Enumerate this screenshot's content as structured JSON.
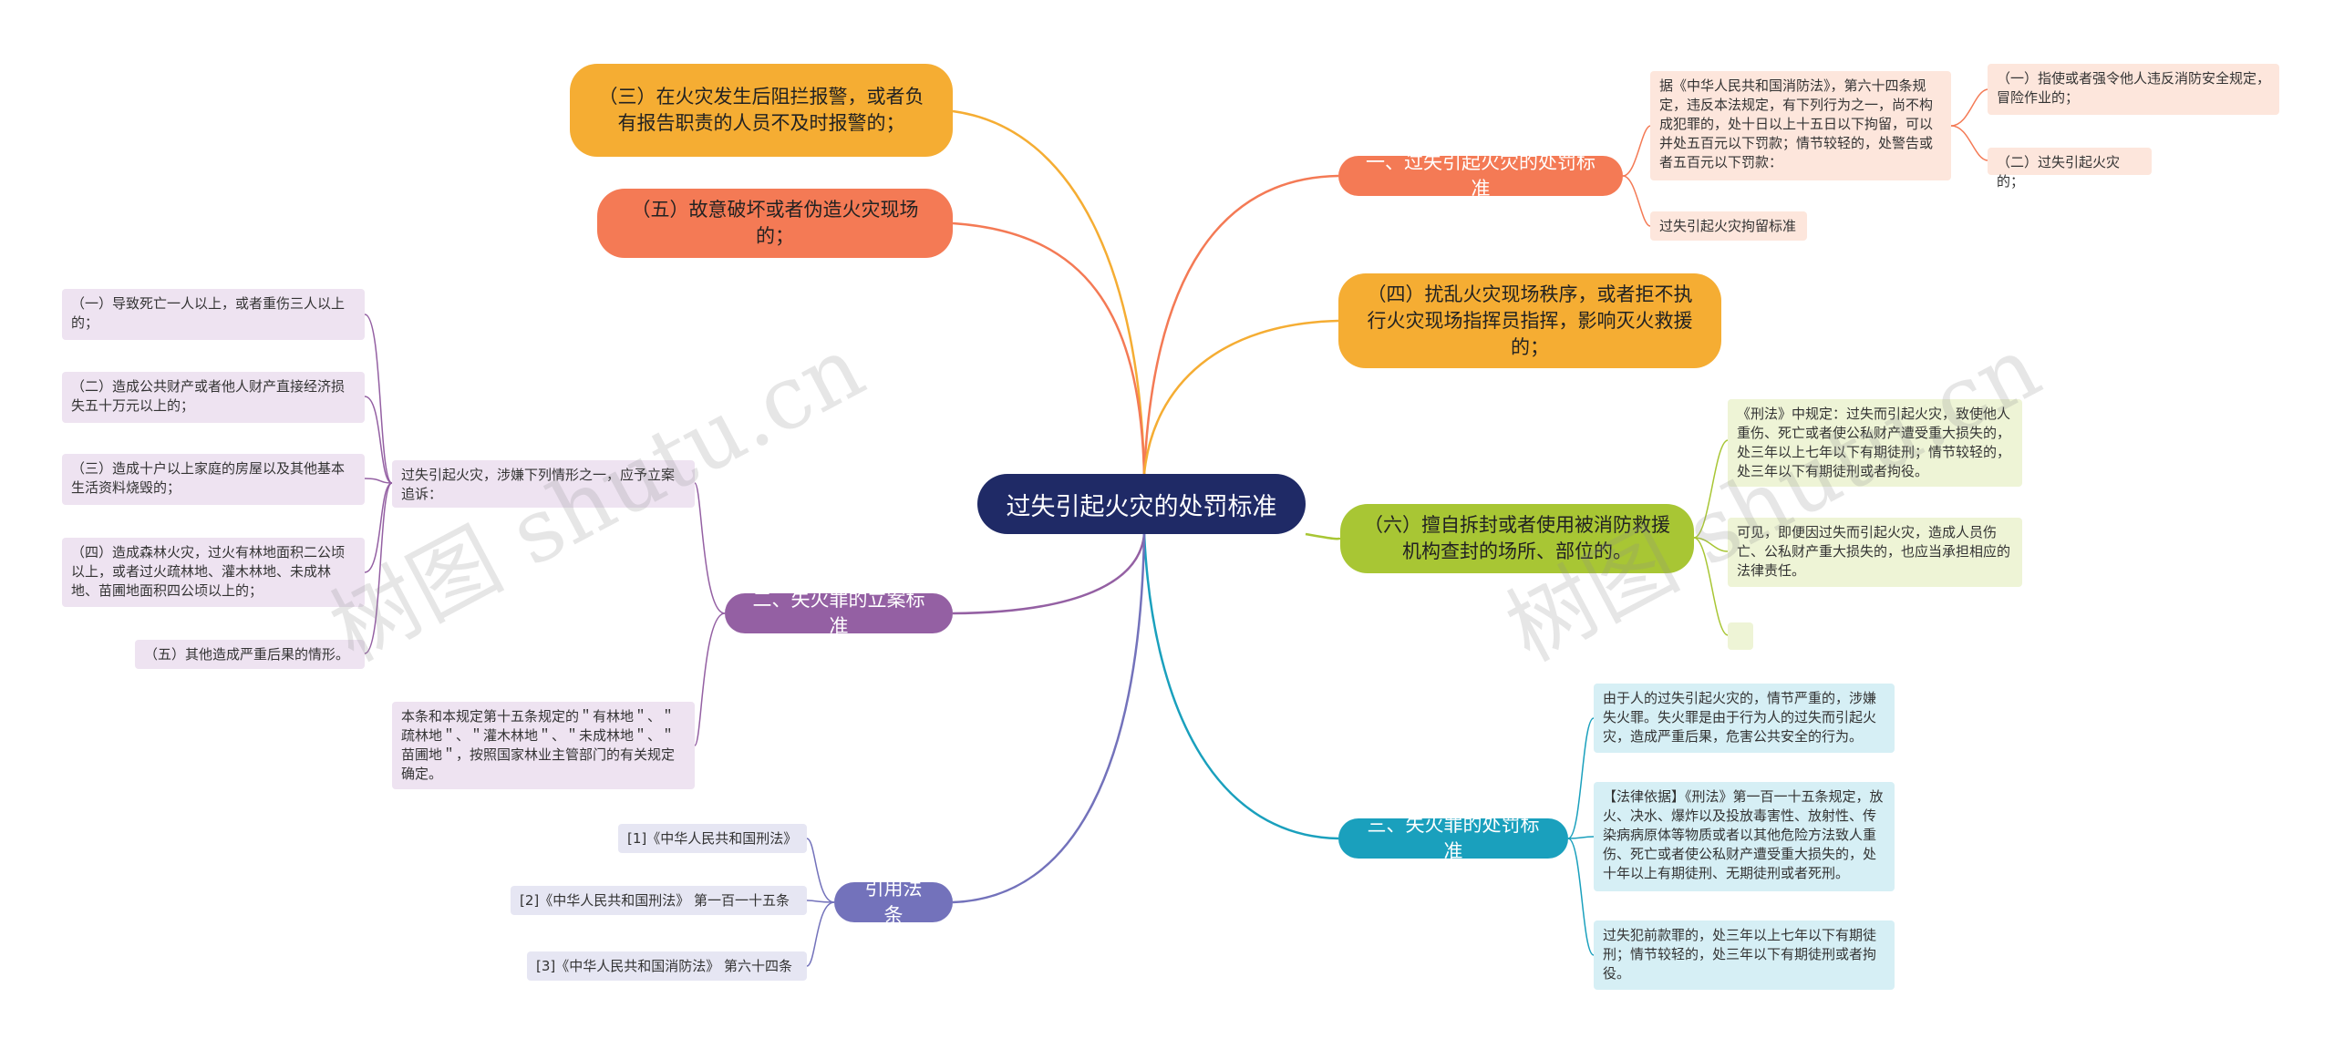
{
  "root": "过失引起火灾的处罚标准",
  "branches": {
    "b3": "（三）在火灾发生后阻拦报警，或者负有报告职责的人员不及时报警的；",
    "b5": "（五）故意破坏或者伪造火灾现场的；",
    "b_one": "一、过失引起火灾的处罚标准",
    "b4": "（四）扰乱火灾现场秩序，或者拒不执行火灾现场指挥员指挥，影响灭火救援的；",
    "b6": "（六）擅自拆封或者使用被消防救援机构查封的场所、部位的。",
    "b_two": "二、失火罪的立案标准",
    "b_three": "三、失火罪的处罚标准",
    "b_ref": "引用法条"
  },
  "leaves": {
    "one_law": "据《中华人民共和国消防法》，第六十四条规定，违反本法规定，有下列行为之一，尚不构成犯罪的，处十日以上十五日以下拘留，可以并处五百元以下罚款；情节较轻的，处警告或者五百元以下罚款：",
    "one_sub1": "（一）指使或者强令他人违反消防安全规定，冒险作业的；",
    "one_sub2": "（二）过失引起火灾的；",
    "one_detention": "过失引起火灾拘留标准",
    "six_a": "《刑法》中规定：过失而引起火灾，致使他人重伤、死亡或者使公私财产遭受重大损失的，处三年以上七年以下有期徒刑；情节较轻的，处三年以下有期徒刑或者拘役。",
    "six_b": "可见，即便因过失而引起火灾，造成人员伤亡、公私财产重大损失的，也应当承担相应的法律责任。",
    "six_c": "",
    "two_main": "过失引起火灾，涉嫌下列情形之一，应予立案追诉：",
    "two_note": "本条和本规定第十五条规定的＂有林地＂、＂疏林地＂、＂灌木林地＂、＂未成林地＂、＂苗圃地＂，按照国家林业主管部门的有关规定确定。",
    "two_s1": "（一）导致死亡一人以上，或者重伤三人以上的；",
    "two_s2": "（二）造成公共财产或者他人财产直接经济损失五十万元以上的；",
    "two_s3": "（三）造成十户以上家庭的房屋以及其他基本生活资料烧毁的；",
    "two_s4": "（四）造成森林火灾，过火有林地面积二公顷以上，或者过火疏林地、灌木林地、未成林地、苗圃地面积四公顷以上的；",
    "two_s5": "（五）其他造成严重后果的情形。",
    "three_a": "由于人的过失引起火灾的，情节严重的，涉嫌失火罪。失火罪是由于行为人的过失而引起火灾，造成严重后果，危害公共安全的行为。",
    "three_b": "【法律依据】《刑法》第一百一十五条规定，放火、决水、爆炸以及投放毒害性、放射性、传染病病原体等物质或者以其他危险方法致人重伤、死亡或者使公私财产遭受重大损失的，处十年以上有期徒刑、无期徒刑或者死刑。",
    "three_c": "过失犯前款罪的，处三年以上七年以下有期徒刑；情节较轻的，处三年以下有期徒刑或者拘役。",
    "ref1": "[1]《中华人民共和国刑法》",
    "ref2": "[2]《中华人民共和国刑法》 第一百一十五条",
    "ref3": "[3]《中华人民共和国消防法》 第六十四条"
  },
  "watermarks": [
    "树图 shutu.cn",
    "树图 shutu.cn"
  ],
  "colors": {
    "root": "#1f2a66",
    "yellow": "#f5ad33",
    "orange": "#f47a55",
    "green": "#a8c634",
    "purple": "#9460a3",
    "blue": "#1aa0bd",
    "indigo": "#7372bb"
  }
}
